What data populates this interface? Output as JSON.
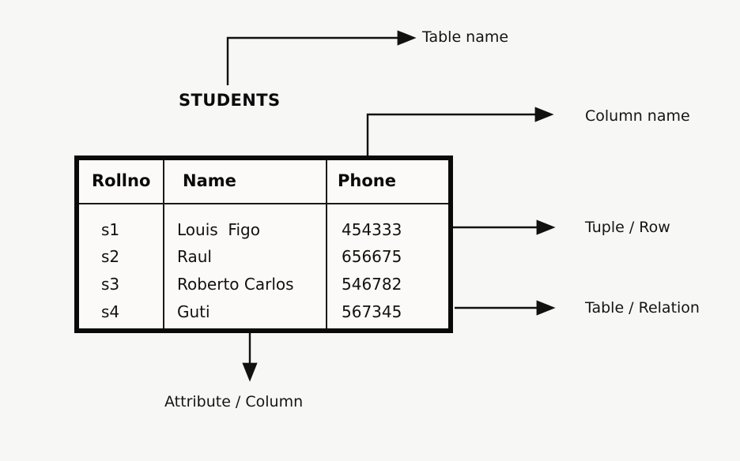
{
  "diagram": {
    "title_label": "STUDENTS",
    "background_color": "#f7f7f6",
    "line_color": "#111111",
    "box_border_color": "#0a0a0a",
    "cell_background": "#fbfaf8"
  },
  "table": {
    "name": "STUDENTS",
    "columns": [
      "Rollno",
      "Name",
      "Phone"
    ],
    "rows": [
      {
        "rollno": "s1",
        "name": "Louis  Figo",
        "phone": "454333"
      },
      {
        "rollno": "s2",
        "name": "Raul",
        "phone": "656675"
      },
      {
        "rollno": "s3",
        "name": "Roberto Carlos",
        "phone": "546782"
      },
      {
        "rollno": "s4",
        "name": "Guti",
        "phone": "567345"
      }
    ]
  },
  "annotations": {
    "table_name": "Table name",
    "column_name": "Column name",
    "tuple_row": "Tuple / Row",
    "table_relation": "Table / Relation",
    "attribute_column": "Attribute / Column"
  }
}
